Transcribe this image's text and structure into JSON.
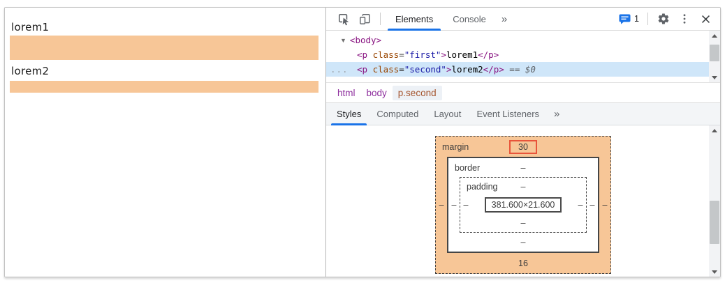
{
  "page": {
    "paragraphs": [
      {
        "text": "lorem1"
      },
      {
        "text": "lorem2"
      }
    ]
  },
  "devtools": {
    "toolbar": {
      "tabs": [
        {
          "label": "Elements"
        },
        {
          "label": "Console"
        }
      ],
      "overflow": "»",
      "badge_count": "1"
    },
    "dom": {
      "expander": "▼",
      "body_open": "<body>",
      "p1": {
        "open": "<p ",
        "attr_name": "class",
        "eq": "=",
        "attr_value": "\"first\"",
        "gt": ">",
        "text": "lorem1",
        "close": "</p>"
      },
      "p2": {
        "ellipsis": "...",
        "open": "<p ",
        "attr_name": "class",
        "eq": "=",
        "attr_value": "\"second\"",
        "gt": ">",
        "text": "lorem2",
        "close": "</p>",
        "result": " == $0"
      }
    },
    "breadcrumbs": [
      {
        "label": "html"
      },
      {
        "label": "body"
      },
      {
        "label": "p.second"
      }
    ],
    "sidebar_tabs": [
      {
        "label": "Styles"
      },
      {
        "label": "Computed"
      },
      {
        "label": "Layout"
      },
      {
        "label": "Event Listeners"
      }
    ],
    "sidebar_overflow": "»",
    "box_model": {
      "margin_label": "margin",
      "margin_top": "30",
      "margin_right": "–",
      "margin_bottom": "16",
      "margin_left": "–",
      "border_label": "border",
      "border_top": "–",
      "border_right": "–",
      "border_bottom": "–",
      "border_left": "–",
      "padding_label": "padding",
      "padding_top": "–",
      "padding_right": "–",
      "padding_bottom": "–",
      "padding_left": "–",
      "content_size": "381.600×21.600"
    },
    "colors": {
      "accent_blue": "#1a73e8",
      "margin_fill": "#f7c697",
      "annotation_red": "#e8543a",
      "selected_row_blue": "#cfe6f9",
      "tag_purple": "#881280",
      "attr_name_brown": "#994500",
      "attr_value_blue": "#1a1aa6"
    }
  }
}
